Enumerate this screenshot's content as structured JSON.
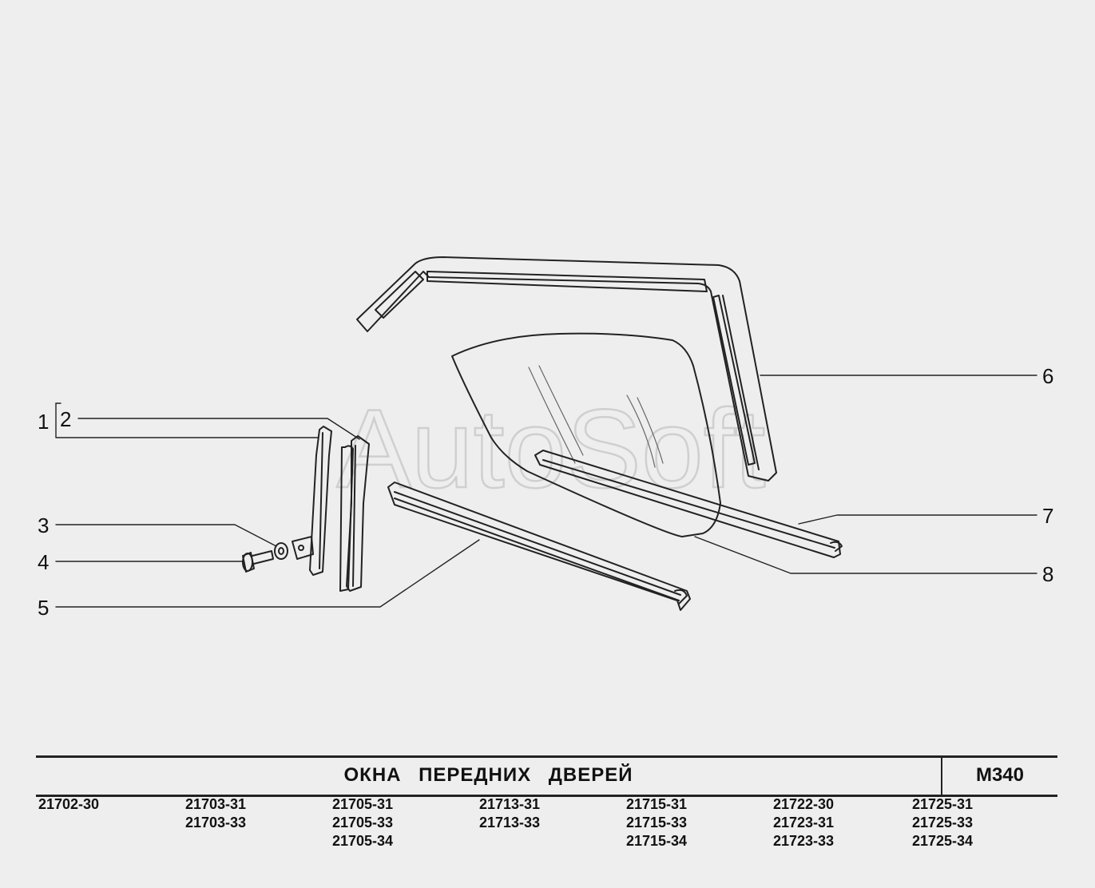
{
  "watermark": "AutoSoft",
  "callouts": [
    {
      "id": "1",
      "label": "1"
    },
    {
      "id": "2",
      "label": "2"
    },
    {
      "id": "3",
      "label": "3"
    },
    {
      "id": "4",
      "label": "4"
    },
    {
      "id": "5",
      "label": "5"
    },
    {
      "id": "6",
      "label": "6"
    },
    {
      "id": "7",
      "label": "7"
    },
    {
      "id": "8",
      "label": "8"
    }
  ],
  "title": "ОКНА   ПЕРЕДНИХ   ДВЕРЕЙ",
  "code": "М340",
  "model_columns": [
    [
      "21702-30"
    ],
    [
      "21703-31",
      "21703-33"
    ],
    [
      "21705-31",
      "21705-33",
      "21705-34"
    ],
    [
      "21713-31",
      "21713-33"
    ],
    [
      "21715-31",
      "21715-33",
      "21715-34"
    ],
    [
      "21722-30",
      "21723-31",
      "21723-33"
    ],
    [
      "21725-31",
      "21725-33",
      "21725-34"
    ]
  ],
  "colors": {
    "background": "#eeeeee",
    "line": "#222222",
    "watermark": "#d4d4d4"
  }
}
